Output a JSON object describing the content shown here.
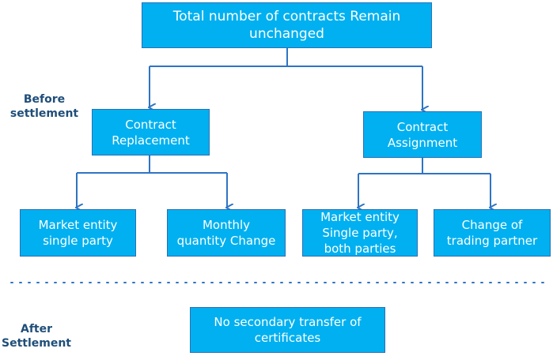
{
  "colors": {
    "box_fill": "#00b0f0",
    "box_border": "#2c6fb6",
    "arrow": "#2e74c4",
    "label": "#1f4e79"
  },
  "labels": {
    "before": "Before\nsettlement",
    "after": "After\nSettlement"
  },
  "nodes": {
    "root": "Total number of contracts Remain\nunchanged",
    "replacement": "Contract\nReplacement",
    "assignment": "Contract\nAssignment",
    "entity_single": "Market entity\nsingle party",
    "monthly_change": "Monthly\nquantity Change",
    "entity_both": "Market entity\nSingle party,\nboth parties",
    "change_partner": "Change of\ntrading partner",
    "no_transfer": "No secondary transfer of\ncertificates"
  }
}
